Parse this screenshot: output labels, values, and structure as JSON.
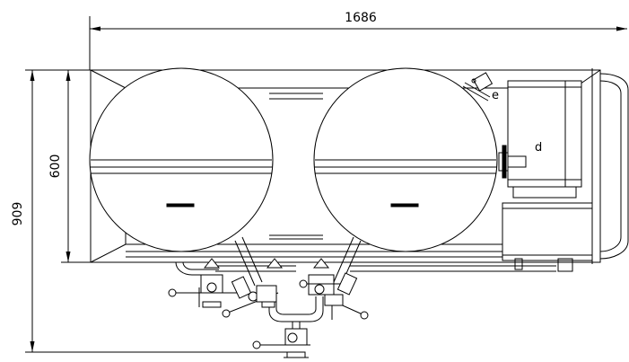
{
  "dimensions": {
    "overall_width": "1686",
    "overall_height": "909",
    "tank_height": "600"
  },
  "labels": {
    "valve_e": "e",
    "fitting_d": "d"
  },
  "colors": {
    "line": "#000000",
    "background": "#ffffff"
  }
}
